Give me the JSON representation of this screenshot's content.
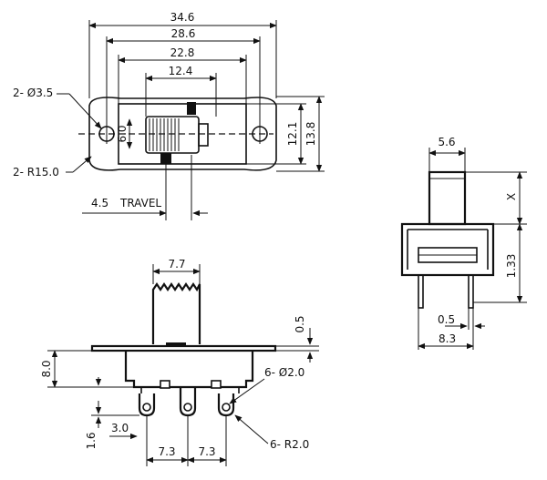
{
  "top_view": {
    "dim_overall_length": "34.6",
    "dim_hole_spacing": "28.6",
    "dim_housing_length": "22.8",
    "dim_slot_length": "12.4",
    "dim_actuator_height": "6.0",
    "dim_body_height": "12.1",
    "dim_plate_height": "13.8",
    "label_hole": "2- Ø3.5",
    "label_radius": "2- R15.0",
    "label_travel_value": "4.5",
    "label_travel": "TRAVEL"
  },
  "side_view": {
    "dim_actuator_width": "5.6",
    "dim_actuator_height": "X",
    "dim_body_height": "1.33",
    "dim_pin_thickness": "0.5",
    "dim_body_width": "8.3"
  },
  "front_view": {
    "dim_actuator_width": "7.7",
    "dim_plate_thickness": "0.5",
    "dim_body_height": "8.0",
    "label_pin_holes": "6- Ø2.0",
    "label_pin_radius": "6- R2.0",
    "dim_pin_offset": "3.0",
    "dim_pin_length": "1.6",
    "dim_pin_pitch_1": "7.3",
    "dim_pin_pitch_2": "7.3"
  }
}
